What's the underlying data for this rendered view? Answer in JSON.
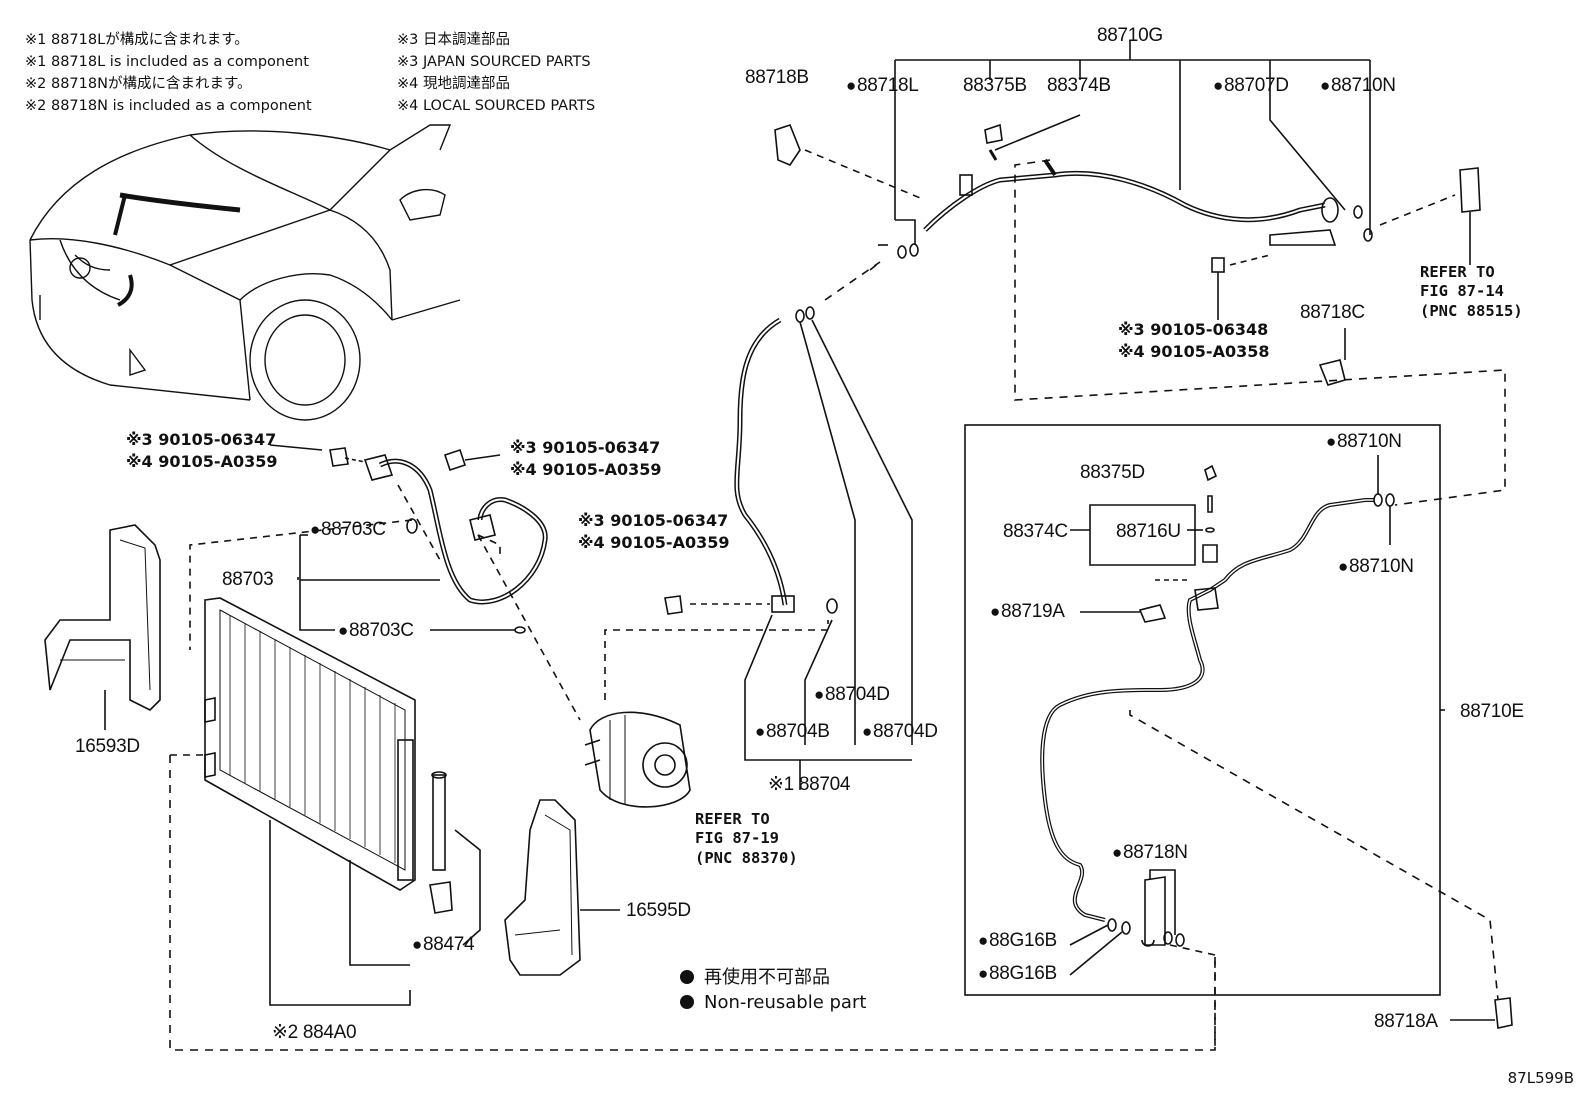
{
  "notes": {
    "n1_jp": "※1 88718Lが構成に含まれます。",
    "n1_en": "※1 88718L is included as a component",
    "n2_jp": "※2 88718Nが構成に含まれます。",
    "n2_en": "※2 88718N is included as a component",
    "n3_jp": "※3 日本調達部品",
    "n3_en": "※3 JAPAN SOURCED PARTS",
    "n4_jp": "※4 現地調達部品",
    "n4_en": "※4 LOCAL SOURCED PARTS"
  },
  "parts": {
    "p88710G": "88710G",
    "p88718B": "88718B",
    "p88718L": "88718L",
    "p88375B": "88375B",
    "p88374B": "88374B",
    "p88707D": "88707D",
    "p88710N_top": "88710N",
    "p88718C": "88718C",
    "bolt_top_3": "※3 90105-06348",
    "bolt_top_4": "※4 90105-A0358",
    "p88710N_a": "88710N",
    "p88375D": "88375D",
    "p88374C": "88374C",
    "p88716U": "88716U",
    "p88710N_b": "88710N",
    "p88719A": "88719A",
    "p88710E": "88710E",
    "p88718N": "88718N",
    "p88G16B_a": "88G16B",
    "p88G16B_b": "88G16B",
    "p88718A": "88718A",
    "boltL_3": "※3 90105-06347",
    "boltL_4": "※4 90105-A0359",
    "boltM_3": "※3 90105-06347",
    "boltM_4": "※4 90105-A0359",
    "boltC_3": "※3 90105-06347",
    "boltC_4": "※4 90105-A0359",
    "p88703C_a": "88703C",
    "p88703": "88703",
    "p88703C_b": "88703C",
    "p88704D_a": "88704D",
    "p88704B": "88704B",
    "p88704D_b": "88704D",
    "p88704": "※1 88704",
    "p16593D": "16593D",
    "p88474": "88474",
    "p16595D": "16595D",
    "p884A0": "※2 884A0"
  },
  "refs": {
    "ref_top": "REFER TO\nFIG 87-14\n(PNC 88515)",
    "ref_comp": "REFER TO\nFIG 87-19\n(PNC 88370)"
  },
  "legend": {
    "jp": "再使用不可部品",
    "en": "Non-reusable part"
  },
  "diagram_code": "87L599B"
}
